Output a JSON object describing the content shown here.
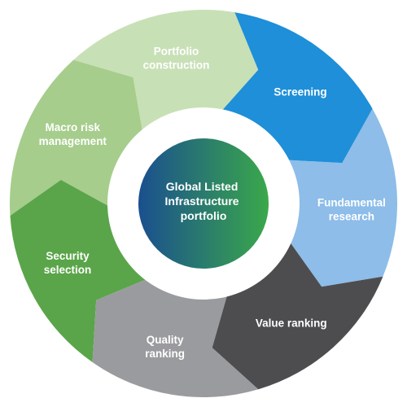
{
  "diagram": {
    "center": {
      "lines": [
        "Global Listed",
        "Infrastructure",
        "portfolio"
      ],
      "gradient_start": "#1a4f8f",
      "gradient_end": "#3aa84a",
      "text_color": "#ffffff"
    },
    "segments": [
      {
        "id": "screening",
        "lines": [
          "Screening"
        ],
        "color": "#1e8fd8",
        "text_color": "#ffffff"
      },
      {
        "id": "fundamental-research",
        "lines": [
          "Fundamental",
          "research"
        ],
        "color": "#8dbde8",
        "text_color": "#ffffff"
      },
      {
        "id": "value-ranking",
        "lines": [
          "Value ranking"
        ],
        "color": "#4d4d50",
        "text_color": "#ffffff"
      },
      {
        "id": "quality-ranking",
        "lines": [
          "Quality",
          "ranking"
        ],
        "color": "#9a9b9e",
        "text_color": "#ffffff"
      },
      {
        "id": "security-selection",
        "lines": [
          "Security",
          "selection"
        ],
        "color": "#5aa54a",
        "text_color": "#ffffff"
      },
      {
        "id": "macro-risk-management",
        "lines": [
          "Macro risk",
          "management"
        ],
        "color": "#a6cd8c",
        "text_color": "#ffffff"
      },
      {
        "id": "portfolio-construction",
        "lines": [
          "Portfolio",
          "construction"
        ],
        "color": "#c8e0b6",
        "text_color": "#ffffff"
      }
    ]
  }
}
